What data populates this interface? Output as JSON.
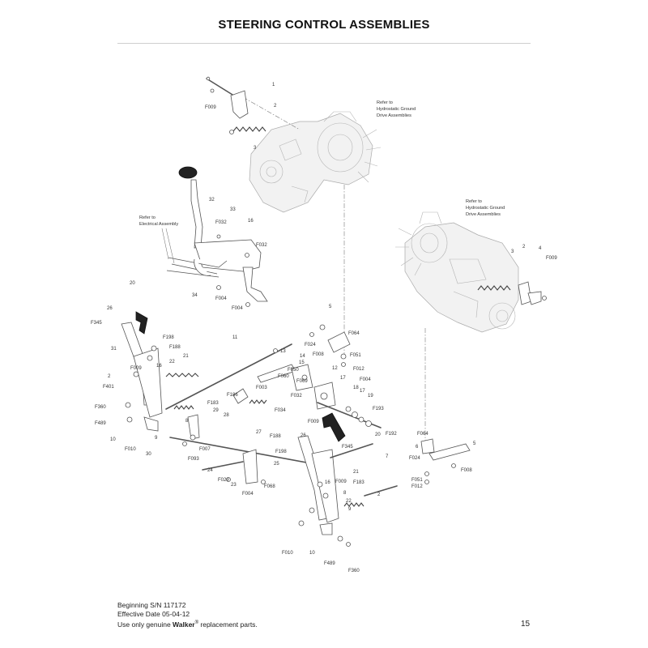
{
  "title": "STEERING CONTROL ASSEMBLIES",
  "notes": {
    "hydro_top": [
      "Refer to",
      "Hydrostatic Ground",
      "Drive Assemblies"
    ],
    "hydro_right": [
      "Refer to",
      "Hydrostatic Ground",
      "Drive Assemblies"
    ],
    "electrical": [
      "Refer to",
      "Electrical Assembly"
    ]
  },
  "callouts": [
    "1",
    "2",
    "F009",
    "3",
    "32",
    "33",
    "16",
    "F032",
    "F032",
    "F004",
    "34",
    "F004",
    "2",
    "3",
    "4",
    "F009",
    "20",
    "26",
    "F345",
    "F198",
    "F188",
    "31",
    "22",
    "21",
    "F009",
    "16",
    "2",
    "F401",
    "F360",
    "F489",
    "10",
    "F010",
    "9",
    "30",
    "8",
    "29",
    "F183",
    "F186",
    "F003",
    "28",
    "11",
    "5",
    "F064",
    "F024",
    "14",
    "F008",
    "13",
    "15",
    "F050",
    "F060",
    "12",
    "F051",
    "F069",
    "F012",
    "17",
    "F004",
    "F032",
    "18",
    "17",
    "19",
    "F193",
    "F034",
    "F009",
    "F192",
    "20",
    "27",
    "F188",
    "26",
    "F198",
    "F345",
    "F007",
    "F093",
    "25",
    "24",
    "21",
    "F029",
    "23",
    "F004",
    "F068",
    "F009",
    "F183",
    "16",
    "8",
    "22",
    "9",
    "2",
    "7",
    "F064",
    "6",
    "5",
    "F024",
    "F008",
    "F051",
    "F012",
    "F010",
    "10",
    "F489",
    "F360"
  ],
  "footer": {
    "line1": "Beginning S/N 117172",
    "line2": "Effective Date 05-04-12",
    "line3_prefix": "Use only genuine ",
    "brand": "Walker",
    "reg": "®",
    "line3_suffix": " replacement parts."
  },
  "page_number": "15"
}
